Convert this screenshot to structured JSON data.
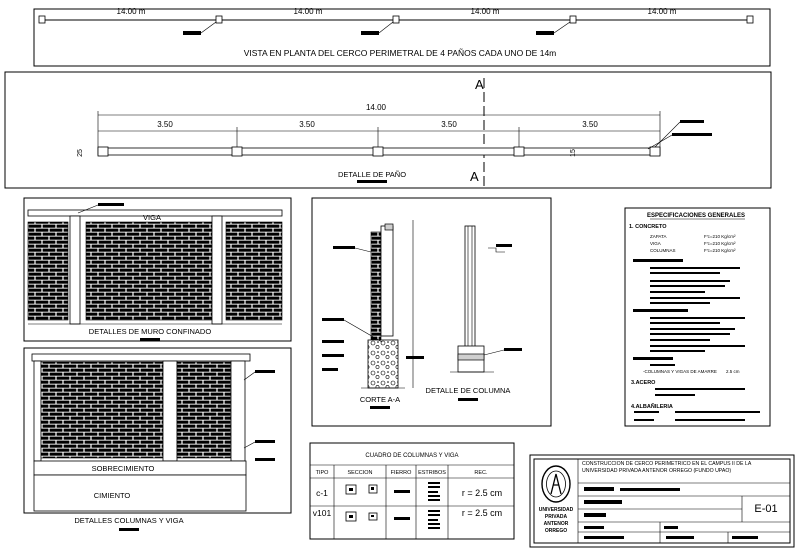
{
  "plan": {
    "span_labels": [
      "14.00 m",
      "14.00 m",
      "14.00 m",
      "14.00 m"
    ],
    "title": "VISTA EN PLANTA DEL CERCO PERIMETRAL DE 4 PAÑOS CADA UNO DE 14m"
  },
  "pano": {
    "total": "14.00",
    "segments": [
      "3.50",
      "3.50",
      "3.50",
      "3.50"
    ],
    "height_left": "25",
    "height_right": "15",
    "section_mark": "A",
    "title": "DETALLE DE PAÑO"
  },
  "muro": {
    "viga_label": "VIGA",
    "title": "DETALLES DE MURO  CONFINADO"
  },
  "columnas_viga": {
    "sobrecimiento": "SOBRECIMIENTO",
    "cimiento": "CIMIENTO",
    "title": "DETALLES COLUMNAS Y VIGA"
  },
  "cortes": {
    "corte_title": "CORTE A-A",
    "columna_title": "DETALLE DE COLUMNA"
  },
  "cuadro": {
    "title": "CUADRO DE COLUMNAS Y VIGA",
    "headers": [
      "TIPO",
      "SECCION",
      "FIERRO",
      "ESTRIBOS",
      "REC."
    ],
    "rows": [
      {
        "tipo": "c-1",
        "rec": "r = 2.5 cm"
      },
      {
        "tipo": "v101",
        "rec": "r = 2.5 cm"
      }
    ]
  },
  "especificaciones": {
    "title": "ESPECIFICACIONES GENERALES",
    "concreto_heading": "1. CONCRETO",
    "concreto": [
      {
        "name": "ZAPATA",
        "value": "F'c=210 Kg/cm²"
      },
      {
        "name": "VIGA",
        "value": "F'c=210 Kg/cm²"
      },
      {
        "name": "COLUMNAS",
        "value": "F'c=210 Kg/cm²"
      }
    ],
    "recub_items": [
      {
        "name": "-COLUMNAS Y VIGAS DE AMARRE",
        "value": "2.5 cm"
      }
    ],
    "acero_heading": "3.ACERO",
    "albanileria_heading": "4.ALBAÑILERIA"
  },
  "titleblock": {
    "project": "CONSTRUCCIÓN DE CERCO PERIMETRICO EN EL CAMPUS II DE LA UNIVERSIDAD PRIVADA ANTENOR ORREGO (FUNDO UPAO)",
    "university": [
      "UNIVERSIDAD",
      "PRIVADA",
      "ANTENOR",
      "ORREGO"
    ],
    "sheet_code": "E-01"
  }
}
